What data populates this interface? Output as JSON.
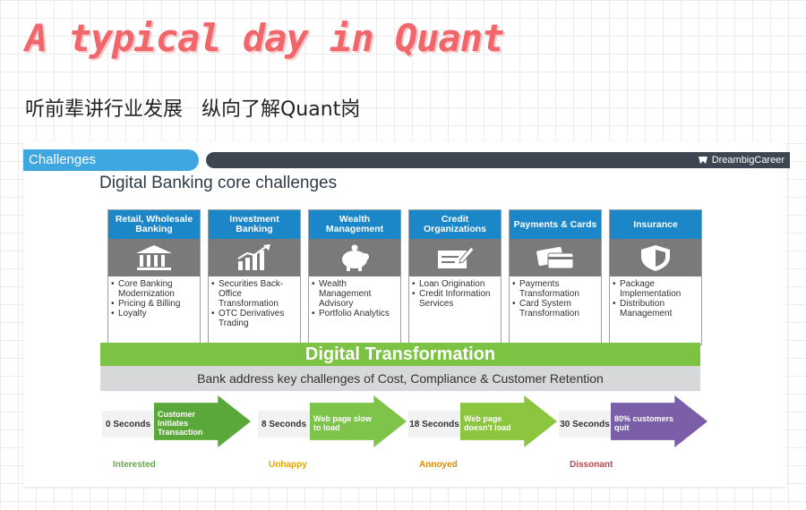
{
  "headline": "A typical day in Quant",
  "subtitle": "听前辈讲行业发展   纵向了解Quant岗",
  "slide": {
    "tab_label": "Challenges",
    "brand": "DreambigCareer",
    "title": "Digital Banking core challenges",
    "columns": [
      {
        "heading": "Retail, Wholesale Banking",
        "icon": "bank-building-icon",
        "items": [
          "Core Banking Modernization",
          "Pricing & Billing",
          "Loyalty"
        ]
      },
      {
        "heading": "Investment Banking",
        "icon": "rising-chart-icon",
        "items": [
          "Securities Back-Office Transformation",
          "OTC Derivatives Trading"
        ]
      },
      {
        "heading": "Wealth Management",
        "icon": "piggy-bank-icon",
        "items": [
          "Wealth Management Advisory",
          "Portfolio Analytics"
        ]
      },
      {
        "heading": "Credit Organizations",
        "icon": "pen-check-icon",
        "items": [
          "Loan Origination",
          "Credit Information Services"
        ]
      },
      {
        "heading": "Payments & Cards",
        "icon": "cards-icon",
        "items": [
          "Payments Transformation",
          "Card System Transformation"
        ]
      },
      {
        "heading": "Insurance",
        "icon": "shield-icon",
        "items": [
          "Package Implementation",
          "Distribution Management"
        ]
      }
    ],
    "banner": "Digital Transformation",
    "subbanner": "Bank address key challenges of Cost, Compliance & Customer Retention",
    "timeline": [
      {
        "time": "0 Seconds",
        "message": "Customer Initiates Transaction",
        "label": "Interested",
        "color": "#5aa83a",
        "label_color": "#6aa84f"
      },
      {
        "time": "8 Seconds",
        "message": "Web page slow to load",
        "label": "Unhappy",
        "color": "#7ec34a",
        "label_color": "#e0a800"
      },
      {
        "time": "18 Seconds",
        "message": "Web page doesn't load",
        "label": "Annoyed",
        "color": "#8cc63f",
        "label_color": "#e08a00"
      },
      {
        "time": "30 Seconds",
        "message": "80% customers quit",
        "label": "Dissonant",
        "color": "#7b5ea8",
        "label_color": "#b84a4a"
      }
    ]
  }
}
